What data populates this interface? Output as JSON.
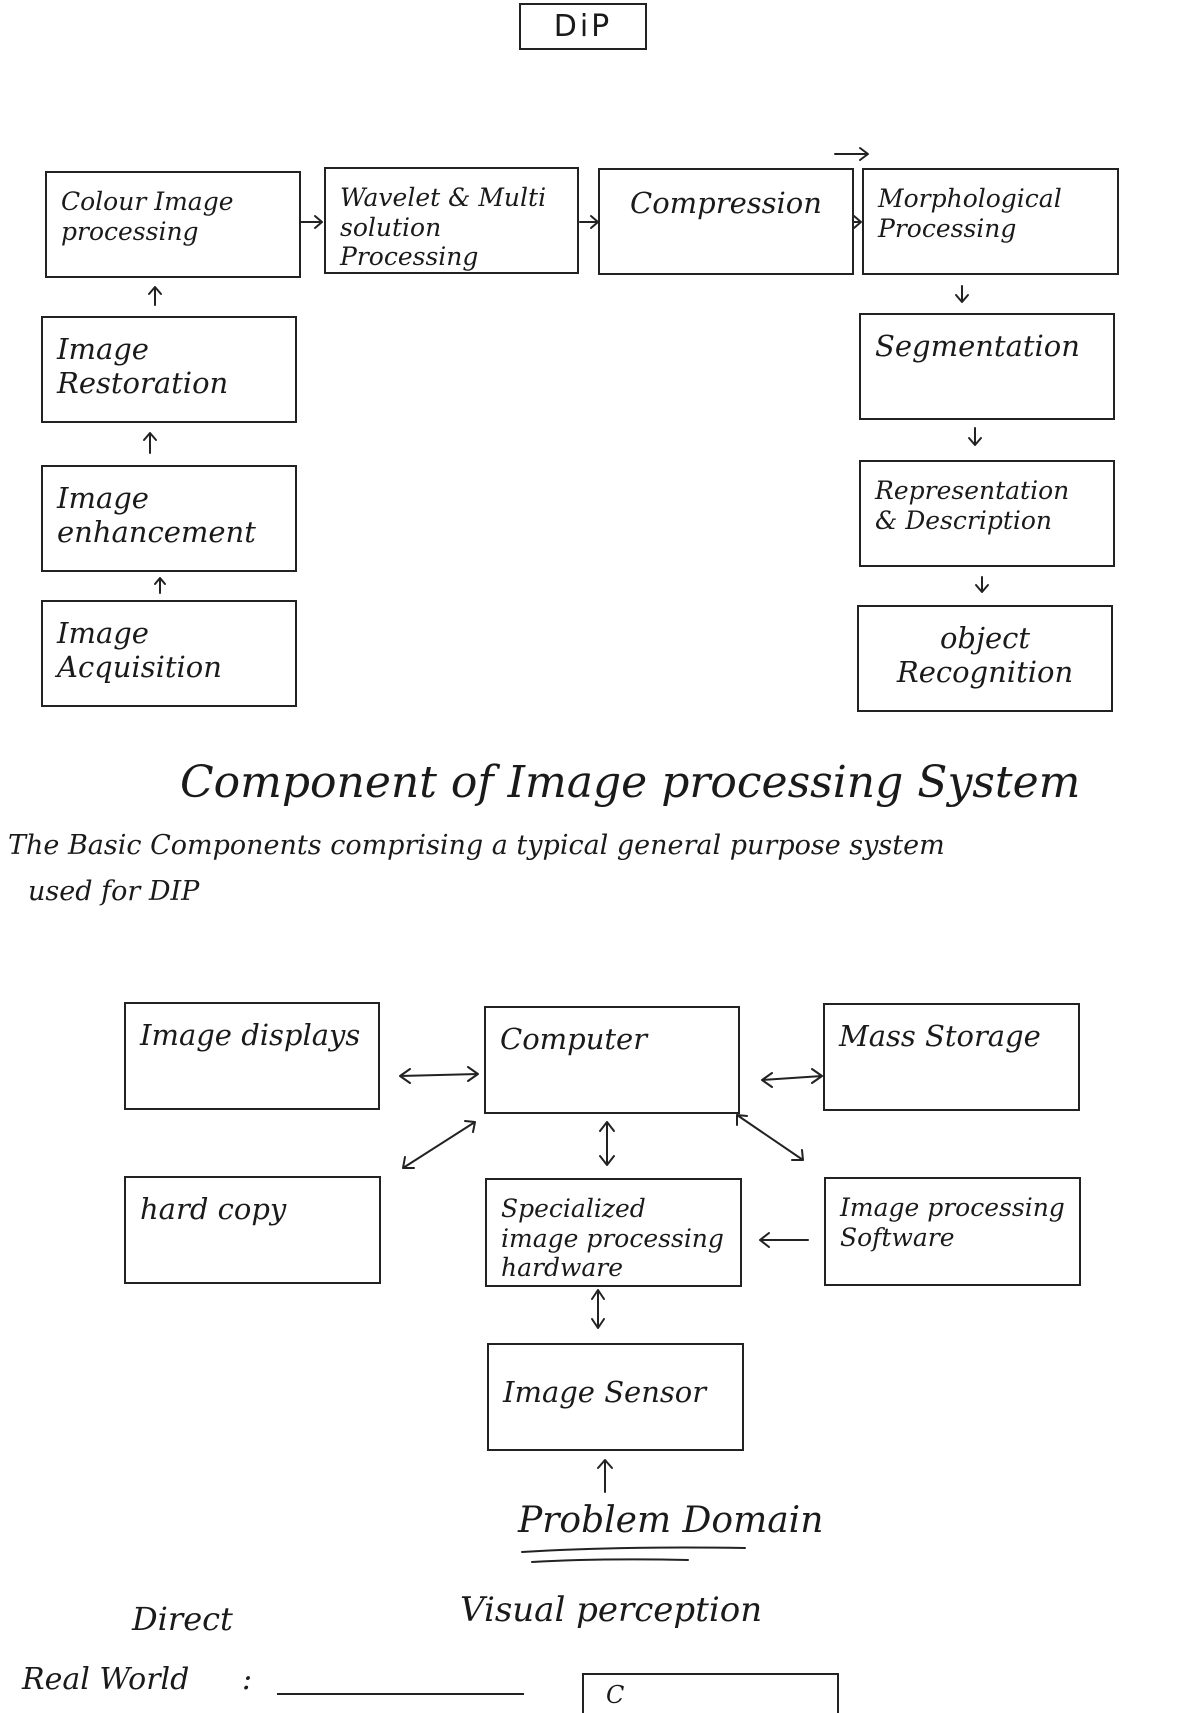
{
  "title": "DiP",
  "pipeline": {
    "colour": "Colour Image processing",
    "wavelet": "Wavelet & Multi solution Processing",
    "compression": "Compression",
    "morphological": "Morphological Processing",
    "restoration": "Image Restoration",
    "enhancement": "Image enhancement",
    "acquisition": "Image Acquisition",
    "segmentation": "Segmentation",
    "representation": "Representation & Description",
    "recognition": "object Recognition"
  },
  "section": {
    "heading": "Component of Image processing System",
    "description_line1": "The Basic Components comprising a typical general purpose system",
    "description_line2": "used for DIP"
  },
  "components": {
    "displays": "Image displays",
    "computer": "Computer",
    "mass_storage": "Mass Storage",
    "hard_copy": "hard copy",
    "specialized_hw": "Specialized image processing hardware",
    "software": "Image processing Software",
    "sensor": "Image Sensor",
    "problem_domain": "Problem Domain"
  },
  "footer": {
    "direct": "Direct",
    "visual": "Visual perception",
    "real_world": "Real World",
    "colon": ":",
    "partial_box_text": "C"
  }
}
